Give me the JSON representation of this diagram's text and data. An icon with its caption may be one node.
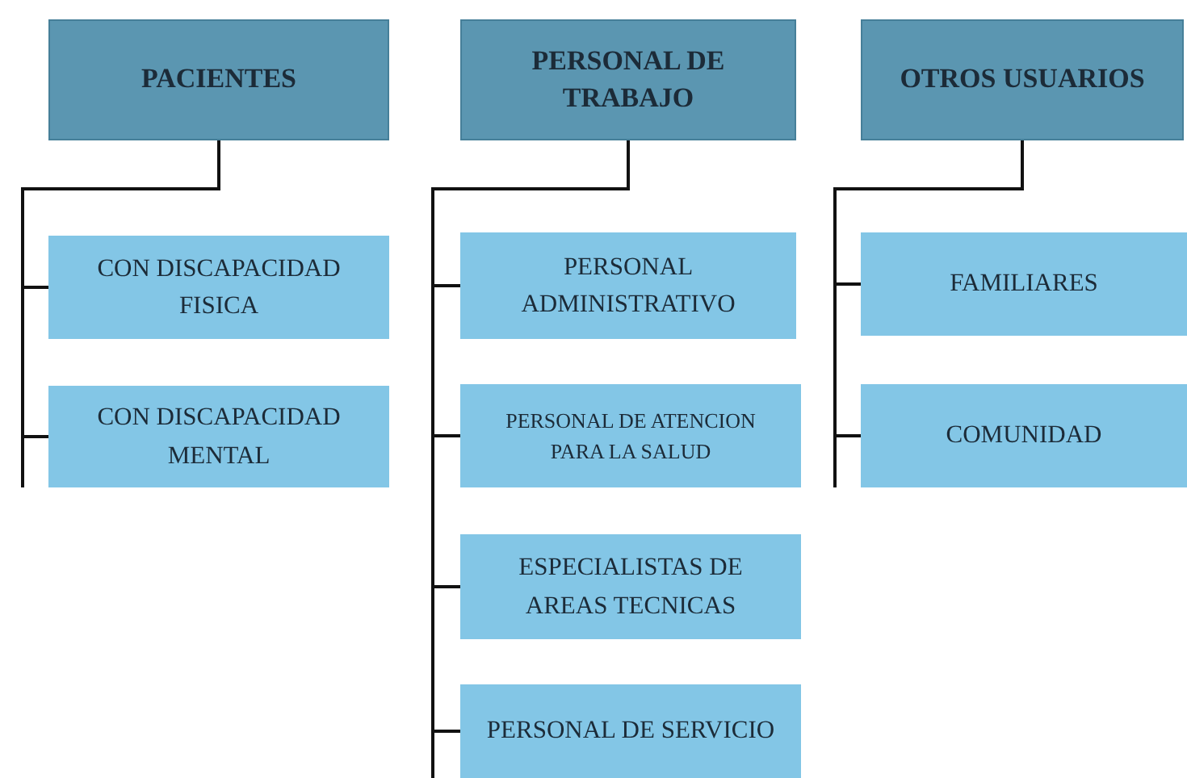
{
  "diagram": {
    "nodes": [
      {
        "text": [
          "PACIENTES"
        ]
      },
      {
        "text": [
          "CON DISCAPACIDAD FISICA"
        ]
      },
      {
        "text": [
          "CON DISCAPACIDAD MENTAL"
        ]
      },
      {
        "text": [
          "PERSONAL DE TRABAJO"
        ]
      },
      {
        "text": [
          "PERSONAL ADMINISTRATIVO"
        ]
      },
      {
        "text": [
          "PERSONAL DE ATENCION PARA LA SALUD"
        ]
      },
      {
        "text": [
          "ESPECIALISTAS DE AREAS TECNICAS"
        ]
      },
      {
        "text": [
          "PERSONAL DE SERVICIO"
        ]
      },
      {
        "text": [
          "OTROS USUARIOS"
        ]
      },
      {
        "text": [
          "FAMILIARES"
        ]
      },
      {
        "text": [
          "COMUNIDAD"
        ]
      }
    ],
    "edges": [
      {
        "from": 0,
        "to": 1,
        "arrow": "none"
      },
      {
        "from": 0,
        "to": 2,
        "arrow": "none"
      },
      {
        "from": 3,
        "to": 4,
        "arrow": "none"
      },
      {
        "from": 3,
        "to": 5,
        "arrow": "none"
      },
      {
        "from": 3,
        "to": 6,
        "arrow": "none"
      },
      {
        "from": 3,
        "to": 7,
        "arrow": "none"
      },
      {
        "from": 8,
        "to": 9,
        "arrow": "none"
      },
      {
        "from": 8,
        "to": 10,
        "arrow": "none"
      }
    ]
  }
}
